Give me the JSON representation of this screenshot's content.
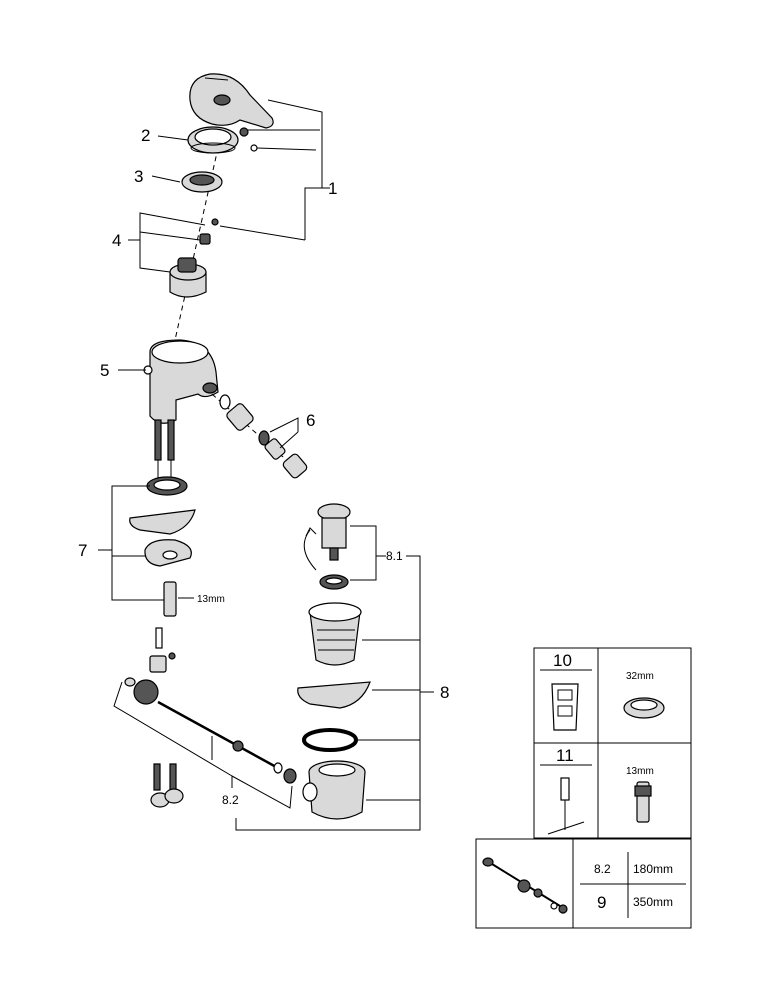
{
  "callouts": {
    "c1": "1",
    "c2": "2",
    "c3": "3",
    "c4": "4",
    "c5": "5",
    "c6": "6",
    "c7": "7",
    "c8": "8",
    "c81": "8.1",
    "c82": "8.2",
    "c7_wrench": "13mm"
  },
  "spare_table": {
    "row10_num": "10",
    "row10_size": "32mm",
    "row11_num": "11",
    "row11_size": "13mm"
  },
  "rod_table": {
    "r1_num": "8.2",
    "r1_len": "180mm",
    "r2_num": "9",
    "r2_len": "350mm"
  }
}
